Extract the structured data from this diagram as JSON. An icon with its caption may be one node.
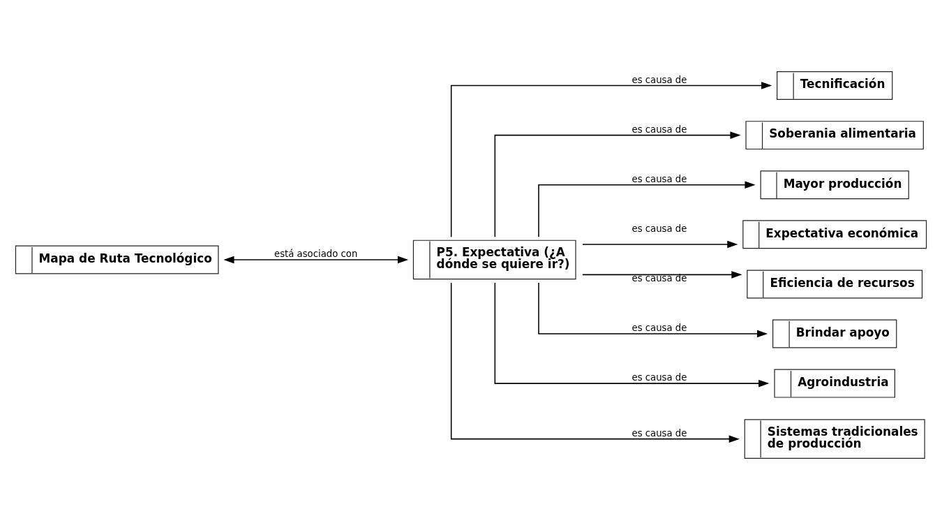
{
  "diagram": {
    "nodes": [
      {
        "text": [
          "Mapa de Ruta Tecnológico"
        ]
      },
      {
        "text": [
          "P5. Expectativa (¿A dónde se quiere ir?)"
        ]
      },
      {
        "text": [
          "Tecnificación"
        ]
      },
      {
        "text": [
          "Soberania alimentaria"
        ]
      },
      {
        "text": [
          "Mayor producción"
        ]
      },
      {
        "text": [
          "Expectativa económica"
        ]
      },
      {
        "text": [
          "Eficiencia de recursos"
        ]
      },
      {
        "text": [
          "Brindar apoyo"
        ]
      },
      {
        "text": [
          "Agroindustria"
        ]
      },
      {
        "text": [
          "Sistemas tradicionales de producción"
        ]
      }
    ],
    "edges": [
      {
        "from": 0,
        "to": 1,
        "arrow": "both",
        "label": "está asociado con"
      },
      {
        "from": 1,
        "to": 2,
        "arrow": "to",
        "label": "es causa de"
      },
      {
        "from": 1,
        "to": 3,
        "arrow": "to",
        "label": "es causa de"
      },
      {
        "from": 1,
        "to": 4,
        "arrow": "to",
        "label": "es causa de"
      },
      {
        "from": 1,
        "to": 5,
        "arrow": "to",
        "label": "es causa de"
      },
      {
        "from": 1,
        "to": 6,
        "arrow": "to",
        "label": "es causa de"
      },
      {
        "from": 1,
        "to": 7,
        "arrow": "to",
        "label": "es causa de"
      },
      {
        "from": 1,
        "to": 8,
        "arrow": "to",
        "label": "es causa de"
      },
      {
        "from": 1,
        "to": 9,
        "arrow": "to",
        "label": "es causa de"
      }
    ]
  }
}
